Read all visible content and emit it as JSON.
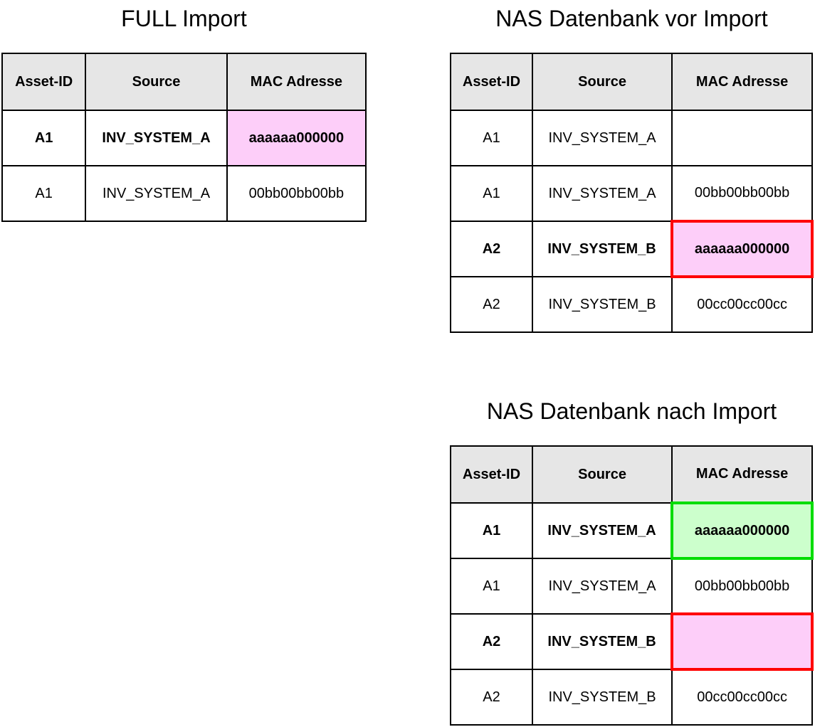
{
  "diagram": {
    "background": "#ffffff",
    "colors": {
      "header_bg": "#e6e6e6",
      "grid_border": "#000000",
      "pink_fill": "#fdcef9",
      "red_border": "#ff0000",
      "green_fill": "#ccffcc",
      "green_border": "#00dd00"
    },
    "tables": {
      "full_import": {
        "title": "FULL Import",
        "headers": [
          "Asset-ID",
          "Source",
          "MAC Adresse"
        ],
        "rows": [
          {
            "asset_id": "A1",
            "source": "INV_SYSTEM_A",
            "mac": "aaaaaa000000"
          },
          {
            "asset_id": "A1",
            "source": "INV_SYSTEM_A",
            "mac": "00bb00bb00bb"
          }
        ]
      },
      "vor_import": {
        "title": "NAS Datenbank vor Import",
        "headers": [
          "Asset-ID",
          "Source",
          "MAC Adresse"
        ],
        "rows": [
          {
            "asset_id": "A1",
            "source": "INV_SYSTEM_A",
            "mac": ""
          },
          {
            "asset_id": "A1",
            "source": "INV_SYSTEM_A",
            "mac": "00bb00bb00bb"
          },
          {
            "asset_id": "A2",
            "source": "INV_SYSTEM_B",
            "mac": "aaaaaa000000"
          },
          {
            "asset_id": "A2",
            "source": "INV_SYSTEM_B",
            "mac": "00cc00cc00cc"
          }
        ]
      },
      "nach_import": {
        "title": "NAS Datenbank nach Import",
        "headers": [
          "Asset-ID",
          "Source",
          "MAC Adresse"
        ],
        "rows": [
          {
            "asset_id": "A1",
            "source": "INV_SYSTEM_A",
            "mac": "aaaaaa000000"
          },
          {
            "asset_id": "A1",
            "source": "INV_SYSTEM_A",
            "mac": "00bb00bb00bb"
          },
          {
            "asset_id": "A2",
            "source": "INV_SYSTEM_B",
            "mac": ""
          },
          {
            "asset_id": "A2",
            "source": "INV_SYSTEM_B",
            "mac": "00cc00cc00cc"
          }
        ]
      }
    }
  }
}
